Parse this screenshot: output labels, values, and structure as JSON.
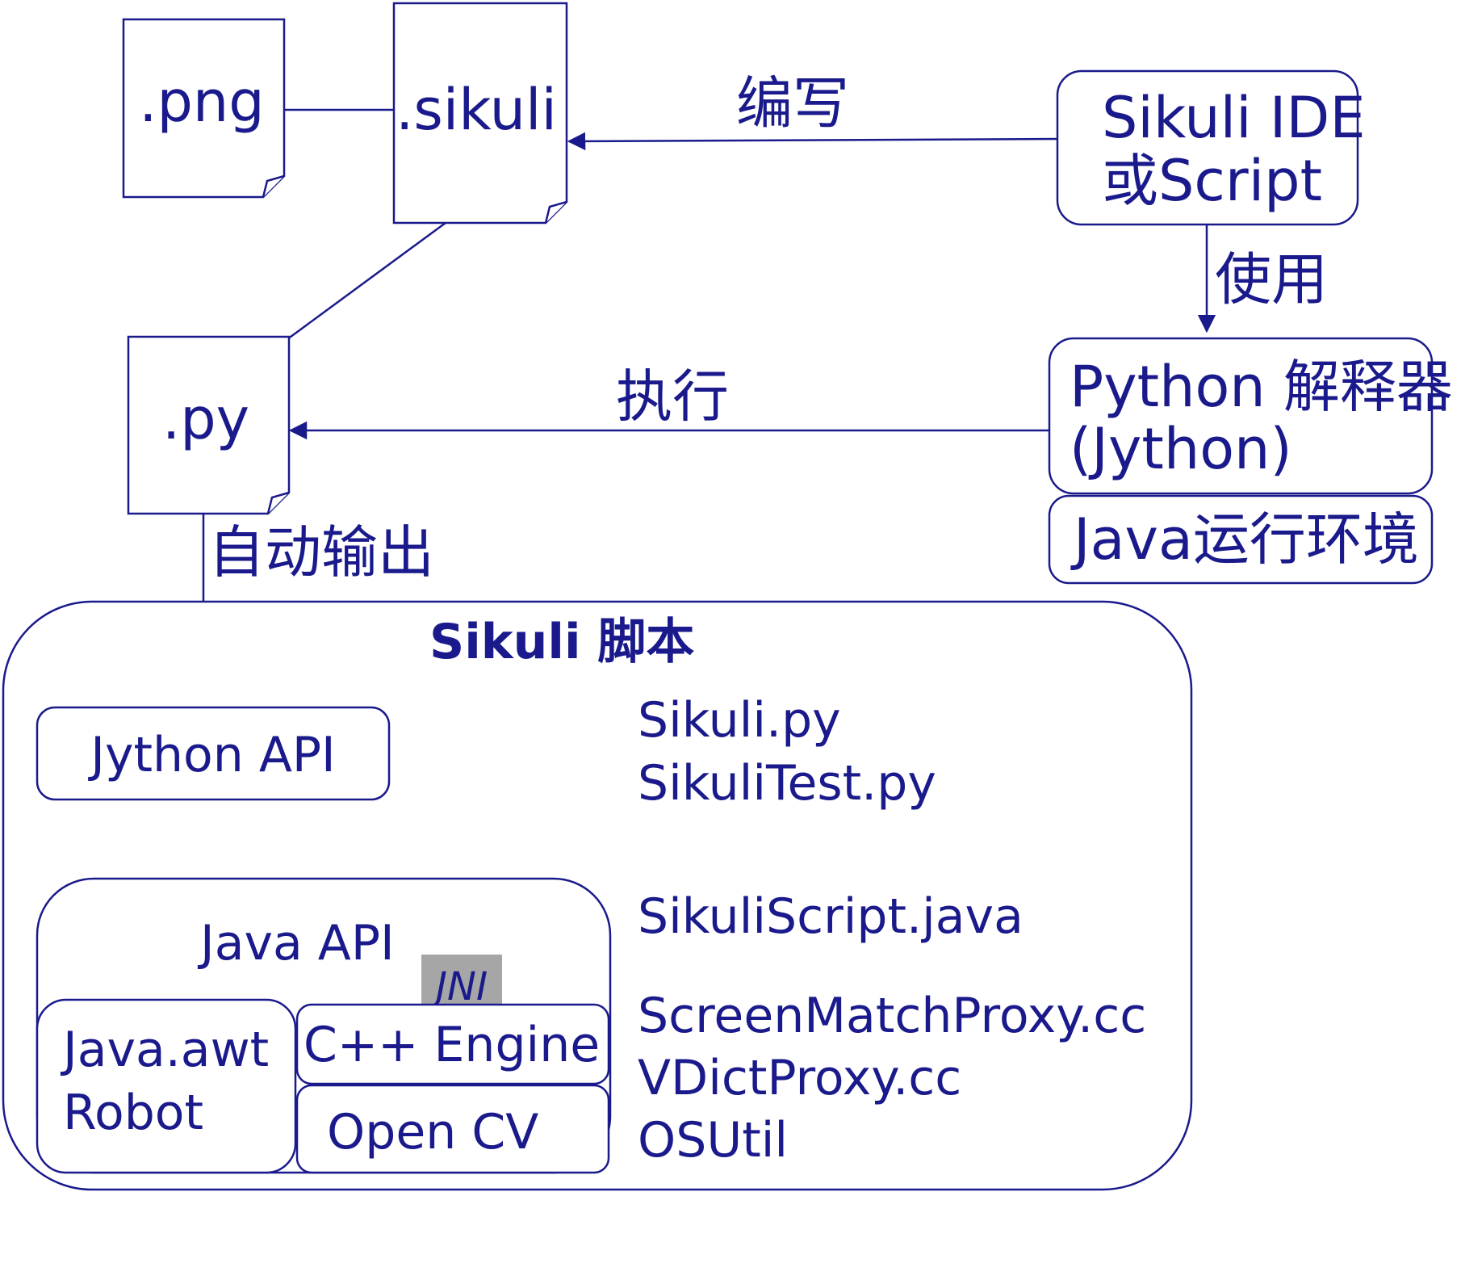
{
  "files": {
    "png": ".png",
    "sikuli": ".sikuli",
    "py": ".py"
  },
  "edges": {
    "write": "编写",
    "use": "使用",
    "execute": "执行",
    "auto_output": "自动输出",
    "output": "输出"
  },
  "boxes": {
    "ide_line1": "Sikuli IDE",
    "ide_line2": "或Script",
    "interpreter_line1": "Python 解释器",
    "interpreter_line2": "(Jython)",
    "java_runtime": "Java运行环境"
  },
  "sikuli_script": {
    "title": "Sikuli 脚本",
    "jython_api": "Jython API",
    "java_api": "Java API",
    "jni": "JNI",
    "awt_line1": "Java.awt",
    "awt_line2": "Robot",
    "cpp_engine": "C++ Engine",
    "opencv": "Open CV",
    "files_jython": [
      "Sikuli.py",
      "SikuliTest.py"
    ],
    "files_java": [
      "SikuliScript.java"
    ],
    "files_cpp": [
      "ScreenMatchProxy.cc",
      "VDictProxy.cc",
      "OSUtil"
    ]
  },
  "colors": {
    "ink": "#1a1a8c",
    "jni_fill": "#a6a6a6",
    "background": "#ffffff"
  }
}
